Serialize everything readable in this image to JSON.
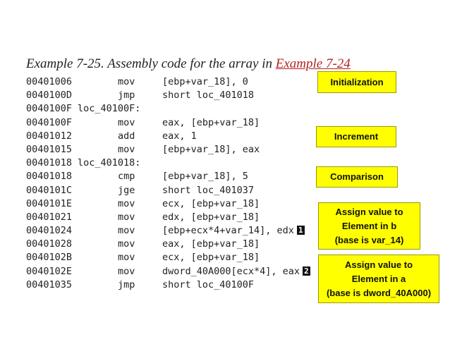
{
  "title": {
    "text": "Example 7-25. Assembly code for the array in ",
    "link": "Example 7-24"
  },
  "code_lines": [
    {
      "addr": "00401006",
      "label": "",
      "mnem": "mov",
      "ops": "[ebp+var_18], 0",
      "mark": ""
    },
    {
      "addr": "0040100D",
      "label": "",
      "mnem": "jmp",
      "ops": "short loc_401018",
      "mark": ""
    },
    {
      "addr": "0040100F",
      "label": "loc_40100F:",
      "mnem": "",
      "ops": "",
      "mark": ""
    },
    {
      "addr": "0040100F",
      "label": "",
      "mnem": "mov",
      "ops": "eax, [ebp+var_18]",
      "mark": ""
    },
    {
      "addr": "00401012",
      "label": "",
      "mnem": "add",
      "ops": "eax, 1",
      "mark": ""
    },
    {
      "addr": "00401015",
      "label": "",
      "mnem": "mov",
      "ops": "[ebp+var_18], eax",
      "mark": ""
    },
    {
      "addr": "00401018",
      "label": "loc_401018:",
      "mnem": "",
      "ops": "",
      "mark": ""
    },
    {
      "addr": "00401018",
      "label": "",
      "mnem": "cmp",
      "ops": "[ebp+var_18], 5",
      "mark": ""
    },
    {
      "addr": "0040101C",
      "label": "",
      "mnem": "jge",
      "ops": "short loc_401037",
      "mark": ""
    },
    {
      "addr": "0040101E",
      "label": "",
      "mnem": "mov",
      "ops": "ecx, [ebp+var_18]",
      "mark": ""
    },
    {
      "addr": "00401021",
      "label": "",
      "mnem": "mov",
      "ops": "edx, [ebp+var_18]",
      "mark": ""
    },
    {
      "addr": "00401024",
      "label": "",
      "mnem": "mov",
      "ops": "[ebp+ecx*4+var_14], edx",
      "mark": "1"
    },
    {
      "addr": "00401028",
      "label": "",
      "mnem": "mov",
      "ops": "eax, [ebp+var_18]",
      "mark": ""
    },
    {
      "addr": "0040102B",
      "label": "",
      "mnem": "mov",
      "ops": "ecx, [ebp+var_18]",
      "mark": ""
    },
    {
      "addr": "0040102E",
      "label": "",
      "mnem": "mov",
      "ops": "dword_40A000[ecx*4], eax",
      "mark": "2"
    },
    {
      "addr": "00401035",
      "label": "",
      "mnem": "jmp",
      "ops": "short loc_40100F",
      "mark": ""
    }
  ],
  "annotations": {
    "initialization": "Initialization",
    "increment": "Increment",
    "comparison": "Comparison",
    "assign_b": "Assign value to\nElement in b\n(base is var_14)",
    "assign_a": "Assign value to\nElement in a\n(base is dword_40A000)"
  },
  "colors": {
    "note_bg": "#ffff00",
    "link": "#b22222"
  }
}
